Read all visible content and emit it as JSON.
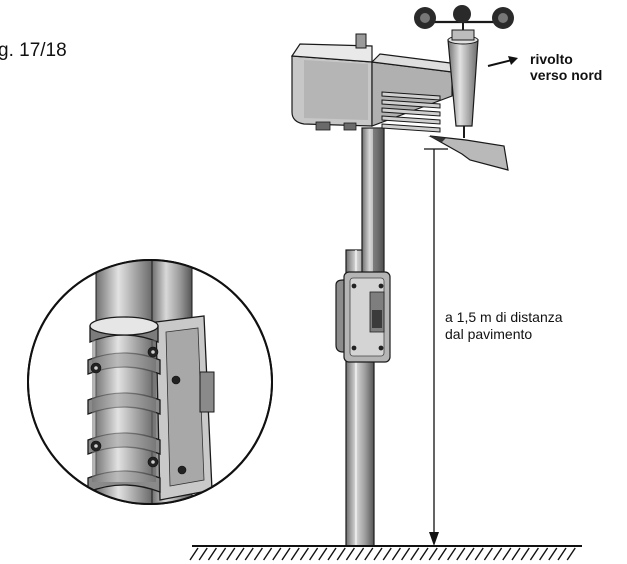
{
  "figure": {
    "label": "g. 17/18"
  },
  "annotations": {
    "north": {
      "line1": "rivolto",
      "line2": "verso nord"
    },
    "height": {
      "line1": "a 1,5 m di distanza",
      "line2": "dal pavimento"
    }
  },
  "icons": {
    "weather_station": "weather-station-icon",
    "clamp_detail": "mounting-clamp-icon",
    "north_arrow": "arrow-right-icon",
    "height_arrow": "arrow-down-icon",
    "ground": "ground-hatch-icon"
  },
  "colors": {
    "metal_light": "#d9d9d9",
    "metal_mid": "#9e9e9e",
    "metal_dark": "#5a5a5a",
    "outline": "#1a1a1a"
  }
}
